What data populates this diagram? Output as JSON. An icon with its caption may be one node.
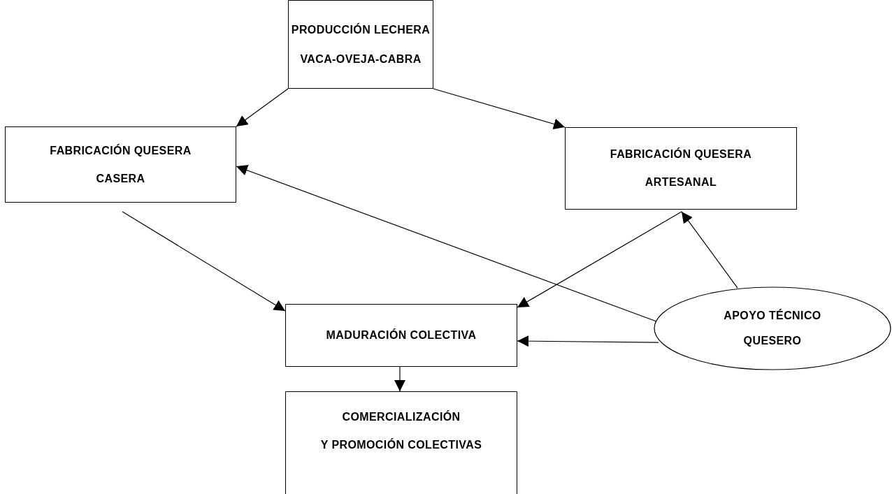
{
  "diagram": {
    "nodes": [
      {
        "text": [
          "PRODUCCIÓN LECHERA",
          "VACA-OVEJA-CABRA"
        ]
      },
      {
        "text": [
          "FABRICACIÓN QUESERA",
          "CASERA"
        ]
      },
      {
        "text": [
          "FABRICACIÓN QUESERA",
          "ARTESANAL"
        ]
      },
      {
        "text": [
          "MADURACIÓN COLECTIVA"
        ]
      },
      {
        "text": [
          "COMERCIALIZACIÓN",
          "Y PROMOCIÓN COLECTIVAS"
        ]
      },
      {
        "text": [
          "APOYO TÉCNICO",
          "QUESERO"
        ]
      }
    ],
    "edges": [
      {
        "from": 0,
        "to": 1,
        "arrow": "to"
      },
      {
        "from": 0,
        "to": 2,
        "arrow": "to"
      },
      {
        "from": 1,
        "to": 3,
        "arrow": "to"
      },
      {
        "from": 2,
        "to": 3,
        "arrow": "to"
      },
      {
        "from": 5,
        "to": 1,
        "arrow": "to"
      },
      {
        "from": 5,
        "to": 3,
        "arrow": "to"
      },
      {
        "from": 5,
        "to": 2,
        "arrow": "to"
      },
      {
        "from": 3,
        "to": 4,
        "arrow": "to"
      }
    ]
  }
}
